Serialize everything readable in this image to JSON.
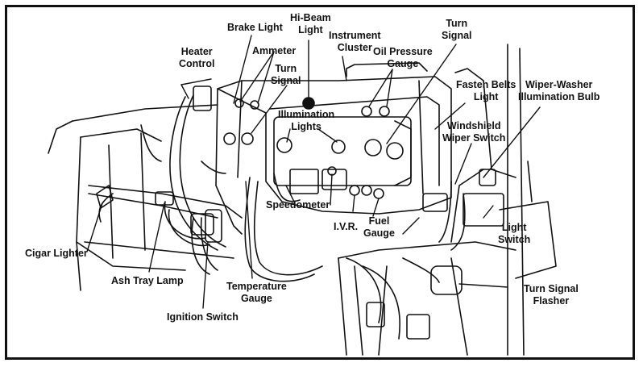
{
  "colors": {
    "ink": "#111111",
    "paper": "#ffffff"
  },
  "labels": {
    "brake_light": "Brake Light",
    "hi_beam_light": [
      "Hi-Beam",
      "Light"
    ],
    "instrument_cluster": [
      "Instrument",
      "Cluster"
    ],
    "turn_signal_right": [
      "Turn",
      "Signal"
    ],
    "heater_control": [
      "Heater",
      "Control"
    ],
    "ammeter": "Ammeter",
    "oil_pressure_gauge": [
      "Oil Pressure",
      "Gauge"
    ],
    "turn_signal_left": [
      "Turn",
      "Signal"
    ],
    "fasten_belts_light": [
      "Fasten Belts",
      "Light"
    ],
    "wiper_washer_bulb": [
      "Wiper-Washer",
      "Illumination Bulb"
    ],
    "illumination_lights": [
      "Illumination",
      "Lights"
    ],
    "windshield_wiper_switch": [
      "Windshield",
      "Wiper Switch"
    ],
    "speedometer": "Speedometer",
    "ivr": "I.V.R.",
    "fuel_gauge": [
      "Fuel",
      "Gauge"
    ],
    "light_switch": [
      "Light",
      "Switch"
    ],
    "cigar_lighter": "Cigar Lighter",
    "ash_tray_lamp": "Ash Tray Lamp",
    "temperature_gauge": [
      "Temperature",
      "Gauge"
    ],
    "turn_signal_flasher": [
      "Turn Signal",
      "Flasher"
    ],
    "ignition_switch": "Ignition Switch"
  }
}
